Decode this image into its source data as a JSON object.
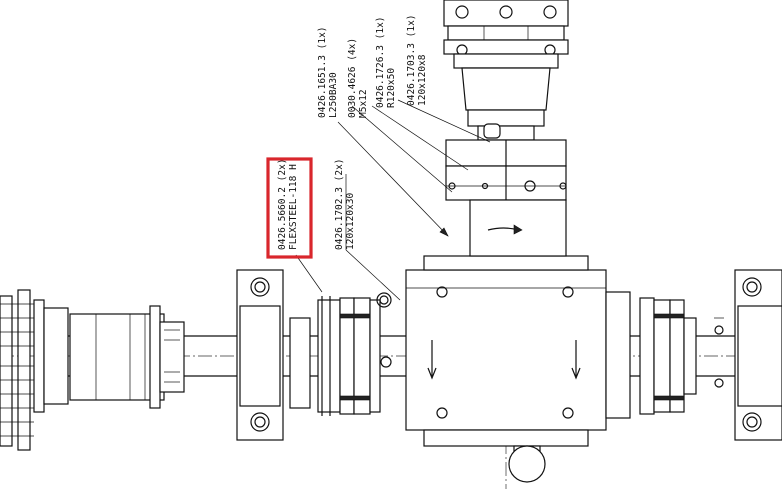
{
  "callouts": {
    "c1": {
      "line1": "0426.1651.3 (1x)",
      "line2": "L250BA30"
    },
    "c2": {
      "line1": "0030.4626 (4x)",
      "line2": "M5x12"
    },
    "c3": {
      "line1": "0426.1726.3 (1x)",
      "line2": "R120x50"
    },
    "c4": {
      "line1": "0426.1703.3 (1x)",
      "line2": "120x120x8"
    },
    "c5": {
      "line1": "0426.1702.3 (2x)",
      "line2": "120x120x30"
    },
    "c6": {
      "line1": "0426.5660.2 (2x)",
      "line2": "FLEXSTEEL-118 H"
    }
  },
  "highlight": {
    "color": "#d9262c"
  }
}
